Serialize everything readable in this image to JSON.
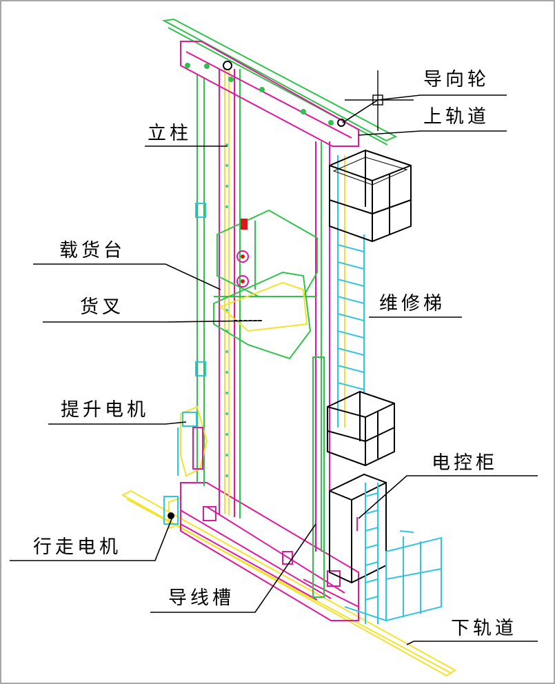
{
  "diagram": {
    "labels": {
      "guide_wheel": "导向轮",
      "upper_rail": "上轨道",
      "column": "立柱",
      "carriage": "载货台",
      "fork": "货叉",
      "ladder": "维修梯",
      "hoist_motor": "提升电机",
      "control_cabinet": "电控柜",
      "travel_motor": "行走电机",
      "cable_duct": "导线槽",
      "lower_rail": "下轨道"
    },
    "colors": {
      "green": "#2ec24b",
      "magenta": "#e0179c",
      "yellow": "#f4e22a",
      "cyan": "#2fc4df",
      "black": "#000000",
      "red": "#d81818",
      "white_line": "#e8e8e8"
    }
  }
}
